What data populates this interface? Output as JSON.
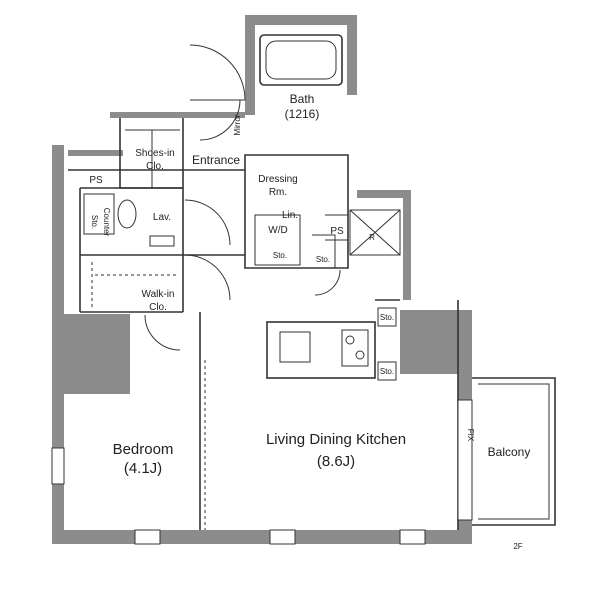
{
  "rooms": {
    "bath": "Bath",
    "bath_size": "(1216)",
    "mirror": "Mirror",
    "shoes_in_clo_1": "Shoes-in",
    "shoes_in_clo_2": "Clo.",
    "entrance": "Entrance",
    "ps_left": "PS",
    "dressing_rm_1": "Dressing",
    "dressing_rm_2": "Rm.",
    "lin": "Lin.",
    "wd": "W/D",
    "ps_right": "PS",
    "r": "R",
    "sto_dressing": "Sto.",
    "sto_small": "Sto.",
    "sto_lav": "Sto.",
    "counter": "Counter",
    "lav": "Lav.",
    "walk_in_1": "Walk-in",
    "walk_in_2": "Clo.",
    "sto_kitchen_top": "Sto.",
    "sto_kitchen_bottom": "Sto.",
    "bedroom": "Bedroom",
    "bedroom_size": "(4.1J)",
    "ldk": "Living Dining Kitchen",
    "ldk_size": "(8.6J)",
    "fix": "FIX",
    "balcony": "Balcony",
    "floor": "2F"
  }
}
